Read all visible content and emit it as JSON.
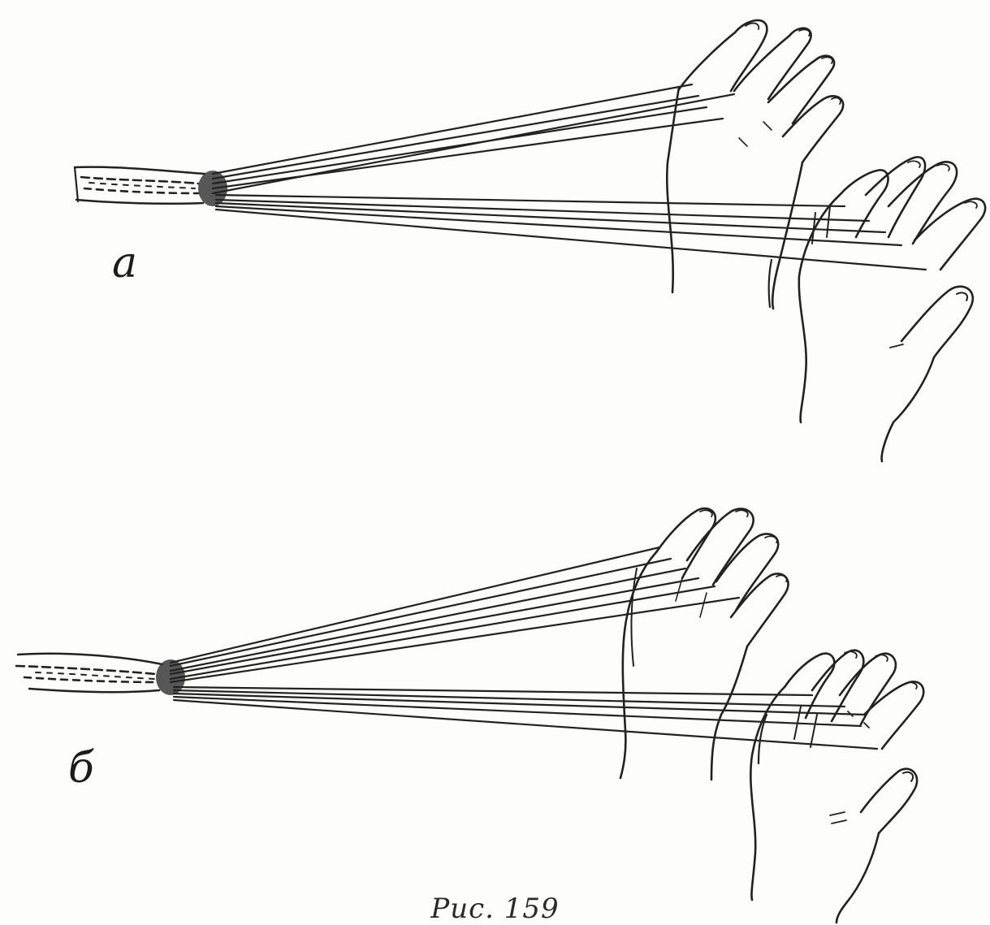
{
  "figure": {
    "panels": [
      {
        "label": "а"
      },
      {
        "label": "б"
      }
    ],
    "caption": "Рис. 159"
  }
}
